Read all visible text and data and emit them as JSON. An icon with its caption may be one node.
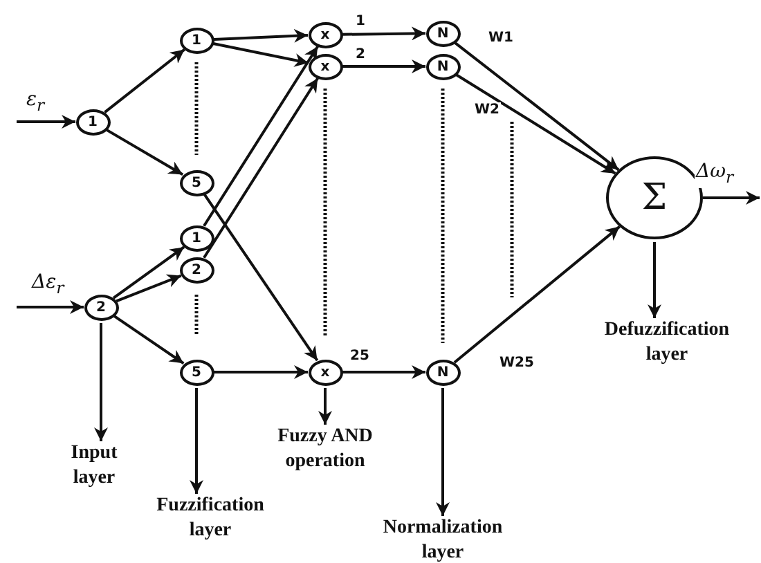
{
  "diagram": {
    "nodes": [
      {
        "text": [
          "1"
        ]
      },
      {
        "text": [
          "2"
        ]
      },
      {
        "text": [
          "1"
        ]
      },
      {
        "text": [
          "5"
        ]
      },
      {
        "text": [
          "1"
        ]
      },
      {
        "text": [
          "2"
        ]
      },
      {
        "text": [
          "5"
        ]
      },
      {
        "text": [
          "x"
        ]
      },
      {
        "text": [
          "x"
        ]
      },
      {
        "text": [
          "x"
        ]
      },
      {
        "text": [
          "N"
        ]
      },
      {
        "text": [
          "N"
        ]
      },
      {
        "text": [
          "N"
        ]
      },
      {
        "text": [
          "Σ"
        ]
      },
      {
        "text": [
          "Input layer"
        ]
      },
      {
        "text": [
          "Fuzzification layer"
        ]
      },
      {
        "text": [
          "Fuzzy AND operation"
        ]
      },
      {
        "text": [
          "Normalization layer"
        ]
      },
      {
        "text": [
          "Defuzzification layer"
        ]
      }
    ],
    "edges": [
      {
        "from": null,
        "to": 0,
        "arrow": "to",
        "label": "ε$_{r}$"
      },
      {
        "from": null,
        "to": 1,
        "arrow": "to",
        "label": "Δε$_{r}$"
      },
      {
        "from": 0,
        "to": 2,
        "arrow": "to"
      },
      {
        "from": 0,
        "to": 3,
        "arrow": "to"
      },
      {
        "from": 1,
        "to": 4,
        "arrow": "to"
      },
      {
        "from": 1,
        "to": 5,
        "arrow": "to"
      },
      {
        "from": 1,
        "to": 6,
        "arrow": "to"
      },
      {
        "from": 2,
        "to": 7,
        "arrow": "to"
      },
      {
        "from": 2,
        "to": 8,
        "arrow": "to"
      },
      {
        "from": 4,
        "to": 7,
        "arrow": "to"
      },
      {
        "from": 5,
        "to": 8,
        "arrow": "to"
      },
      {
        "from": 3,
        "to": 9,
        "arrow": "to"
      },
      {
        "from": 6,
        "to": 9,
        "arrow": "to"
      },
      {
        "from": 7,
        "to": 10,
        "arrow": "to",
        "label": "1"
      },
      {
        "from": 8,
        "to": 11,
        "arrow": "to",
        "label": "2"
      },
      {
        "from": 9,
        "to": 12,
        "arrow": "to",
        "label": "25"
      },
      {
        "from": 10,
        "to": 13,
        "arrow": "to",
        "label": "W1"
      },
      {
        "from": 11,
        "to": 13,
        "arrow": "to",
        "label": "W2"
      },
      {
        "from": 12,
        "to": 13,
        "arrow": "to",
        "label": "W25"
      },
      {
        "from": 13,
        "to": null,
        "arrow": "to",
        "label": "Δω$_{r}$"
      },
      {
        "from": 1,
        "to": 14,
        "arrow": "to"
      },
      {
        "from": 6,
        "to": 15,
        "arrow": "to"
      },
      {
        "from": 9,
        "to": 16,
        "arrow": "to"
      },
      {
        "from": 12,
        "to": 17,
        "arrow": "to"
      },
      {
        "from": 13,
        "to": 18,
        "arrow": "to"
      }
    ]
  }
}
